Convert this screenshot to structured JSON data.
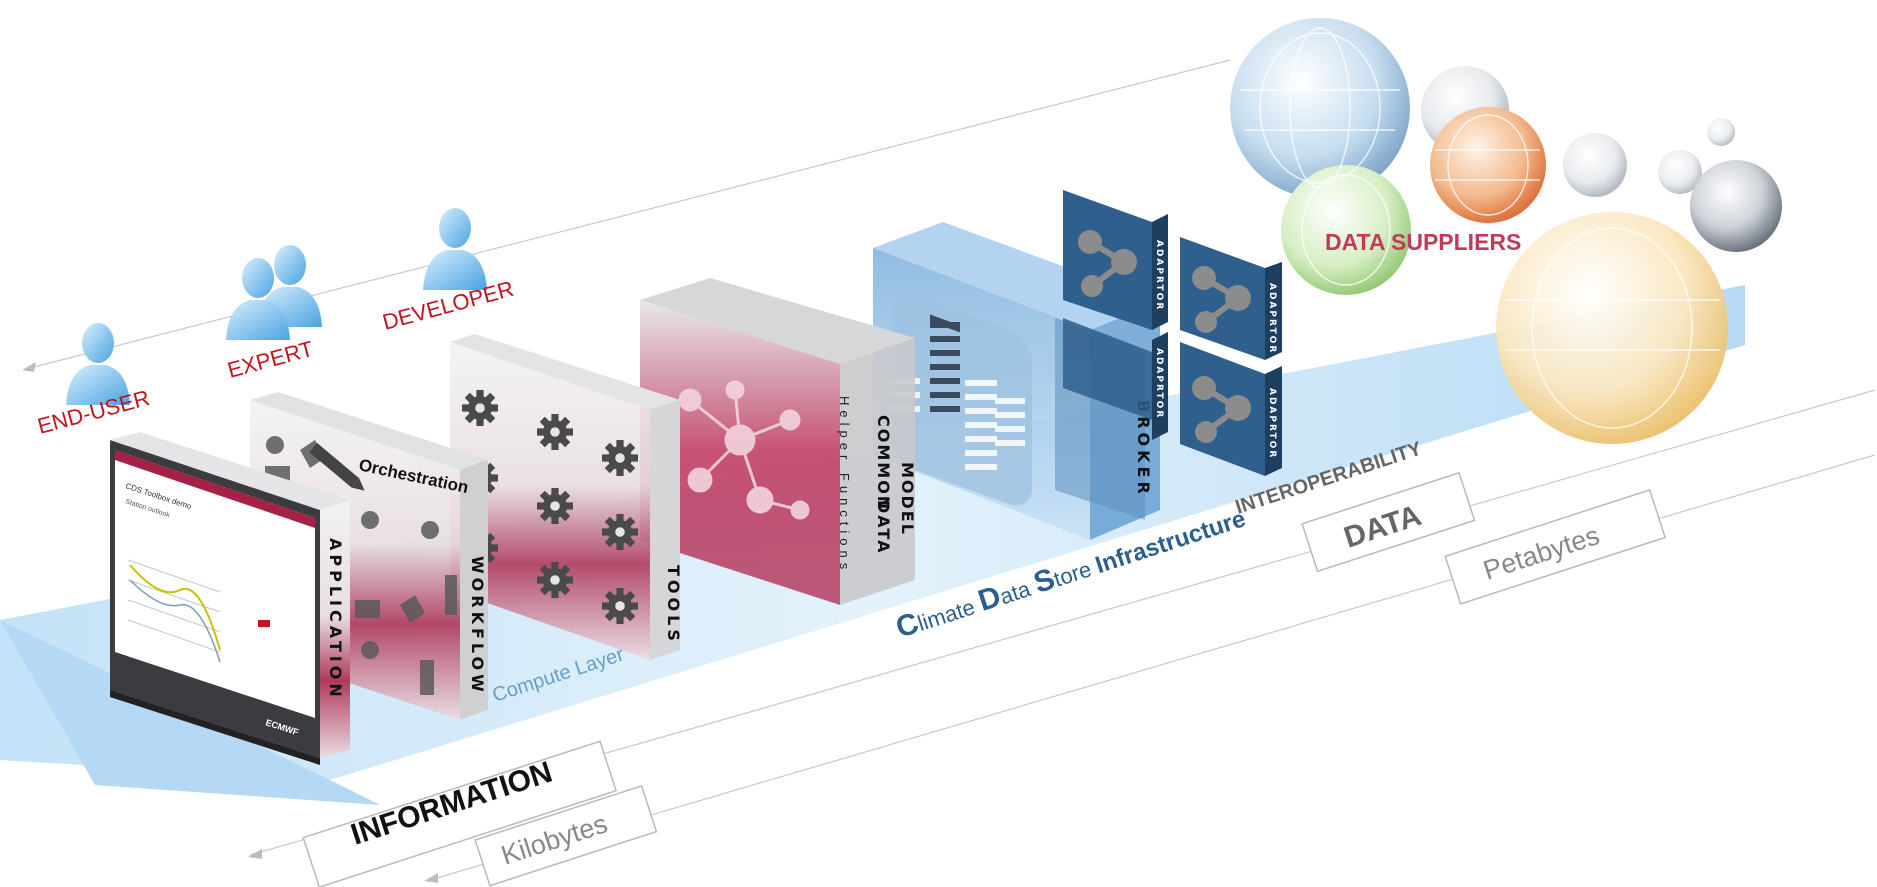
{
  "users": {
    "end_user": "END-USER",
    "expert": "EXPERT",
    "developer": "DEVELOPER"
  },
  "layers": {
    "application": "APPLICATION",
    "workflow": "WORKFLOW",
    "orchestration": "Orchestration",
    "tools": "TOOLS",
    "helper_functions": "Helper Functions",
    "common_data_model": [
      "COMMON",
      "DATA",
      "MODEL"
    ],
    "broker": "BROKER",
    "adaptor": "ADAPRTOR"
  },
  "app_screen": {
    "header": "CDS Toolbox demo",
    "subheader": "Station outlook",
    "footer_logo": "ECMWF"
  },
  "labels": {
    "compute_layer": "Compute Layer",
    "cds_infra": {
      "c": "C",
      "limate": "limate ",
      "d": "D",
      "ata": "ata ",
      "s": "S",
      "tore": "tore ",
      "infra": "Infrastructure"
    },
    "interoperability": "INTEROPERABILITY",
    "data_suppliers": "DATA SUPPLIERS",
    "data": "DATA",
    "petabytes": "Petabytes",
    "information": "INFORMATION",
    "kilobytes": "Kilobytes"
  },
  "colors": {
    "user_red": "#c0141e",
    "cds_blue": "#2a5f8f",
    "adaptor_blue": "#3a6b9a",
    "layer_red": "#9c2a4a",
    "light_blue": "#bfe0f7",
    "supplier_pink": "#c23a5a"
  }
}
